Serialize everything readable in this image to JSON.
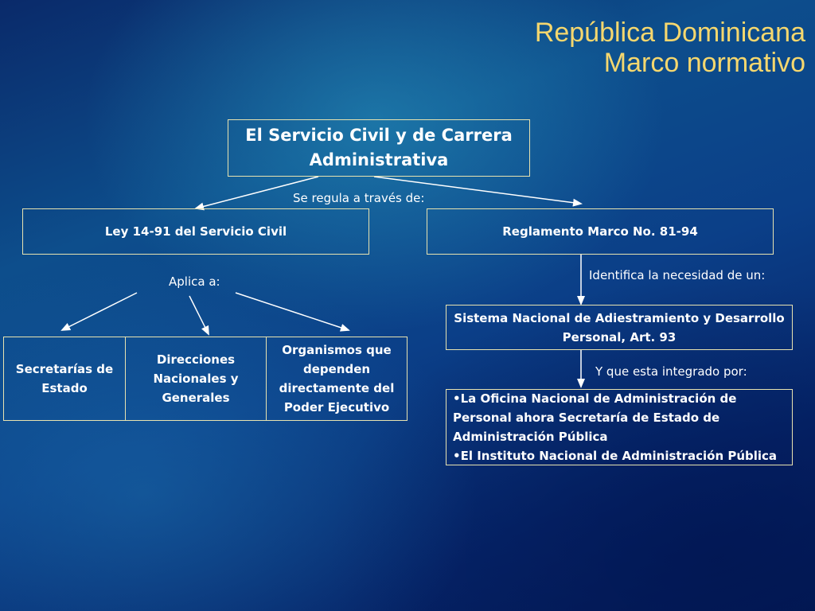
{
  "title": {
    "line1": "República Dominicana",
    "line2": "Marco normativo"
  },
  "root": "El Servicio Civil y de Carrera Administrativa",
  "label_regula": "Se regula a través de:",
  "ley": "Ley 14-91 del Servicio Civil",
  "reglamento": "Reglamento Marco No. 81-94",
  "label_aplica": "Aplica a:",
  "label_identifica": "Identifica la necesidad de un:",
  "aplica_items": [
    "Secretarías de Estado",
    "Direcciones Nacionales y Generales",
    "Organismos que dependen directamente del Poder Ejecutivo"
  ],
  "sistema": "Sistema Nacional de Adiestramiento y Desarrollo Personal, Art. 93",
  "label_integrado": "Y que esta integrado por:",
  "integrado_items": [
    "•La Oficina Nacional de Administración de Personal ahora Secretaría de Estado de Administración Pública",
    "•El Instituto Nacional de Administración Pública"
  ],
  "colors": {
    "title": "#f5d76e",
    "border": "#e8e3b0",
    "text": "#ffffff"
  }
}
